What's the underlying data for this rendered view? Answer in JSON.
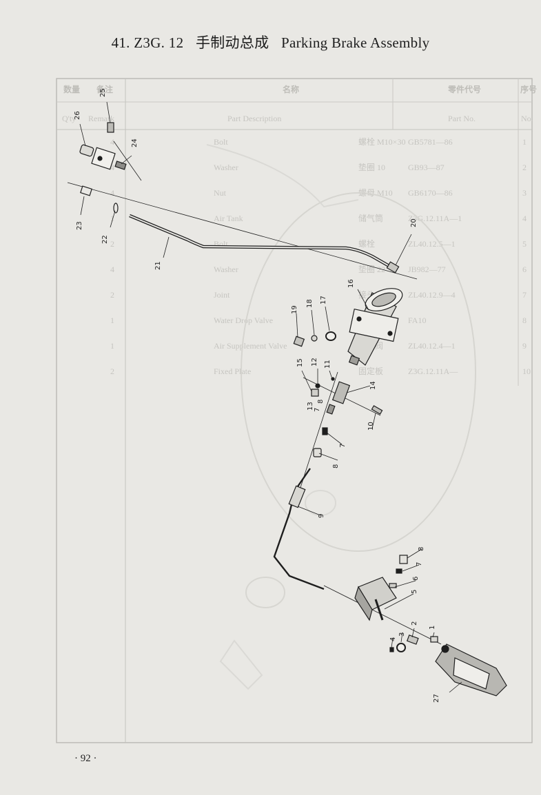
{
  "header": {
    "number": "41. Z3G. 12",
    "title_cn": "手制动总成",
    "title_en": "Parking Brake Assembly"
  },
  "page_number": "· 92 ·",
  "bleed_table": {
    "headers": {
      "col_no": "序号",
      "col_part_no": "零件代号",
      "col_name": "名称",
      "col_qty": "数量",
      "col_remark": "备注",
      "col_no_en": "No.",
      "col_part_no_en": "Part No.",
      "col_desc_en": "Part Description",
      "col_qty_en": "Q'ty",
      "col_remark_en": "Remark"
    },
    "rows": [
      {
        "no": "1",
        "part_no": "GB5781—86",
        "cn": "螺栓 M10×30",
        "en": "Bolt",
        "qty": "4"
      },
      {
        "no": "2",
        "part_no": "GB93—87",
        "cn": "垫圈 10",
        "en": "Washer",
        "qty": "4"
      },
      {
        "no": "3",
        "part_no": "GB6170—86",
        "cn": "螺母 M10",
        "en": "Nut",
        "qty": "4"
      },
      {
        "no": "4",
        "part_no": "Z3G.12.11A—1",
        "cn": "储气筒",
        "en": "Air Tank",
        "qty": "1"
      },
      {
        "no": "5",
        "part_no": "ZL40.12.5—1",
        "cn": "螺栓",
        "en": "Bolt",
        "qty": "2"
      },
      {
        "no": "6",
        "part_no": "JB982—77",
        "cn": "垫圈 22",
        "en": "Washer",
        "qty": "4"
      },
      {
        "no": "7",
        "part_no": "ZL40.12.9—4",
        "cn": "接头",
        "en": "Joint",
        "qty": "2"
      },
      {
        "no": "8",
        "part_no": "FA10",
        "cn": "放水阀",
        "en": "Water Drop Valve",
        "qty": "1"
      },
      {
        "no": "9",
        "part_no": "ZL40.12.4—1",
        "cn": "补气阀",
        "en": "Air Supplement Valve",
        "qty": "1"
      },
      {
        "no": "10",
        "part_no": "Z3G.12.11A—",
        "cn": "固定板",
        "en": "Fixed Plate",
        "qty": "2"
      }
    ]
  },
  "callouts": [
    {
      "id": "c1",
      "label": "1"
    },
    {
      "id": "c2",
      "label": "2"
    },
    {
      "id": "c3",
      "label": "3"
    },
    {
      "id": "c4",
      "label": "4"
    },
    {
      "id": "c5",
      "label": "5"
    },
    {
      "id": "c6",
      "label": "6"
    },
    {
      "id": "c7a",
      "label": "7"
    },
    {
      "id": "c8a",
      "label": "8"
    },
    {
      "id": "c7b",
      "label": "7"
    },
    {
      "id": "c8b",
      "label": "8"
    },
    {
      "id": "c8c",
      "label": "8"
    },
    {
      "id": "c7c",
      "label": "7"
    },
    {
      "id": "c13",
      "label": "13"
    },
    {
      "id": "c9",
      "label": "9"
    },
    {
      "id": "c10",
      "label": "10"
    },
    {
      "id": "c11",
      "label": "11"
    },
    {
      "id": "c12",
      "label": "12"
    },
    {
      "id": "c14",
      "label": "14"
    },
    {
      "id": "c15",
      "label": "15"
    },
    {
      "id": "c16",
      "label": "16"
    },
    {
      "id": "c17",
      "label": "17"
    },
    {
      "id": "c18",
      "label": "18"
    },
    {
      "id": "c19",
      "label": "19"
    },
    {
      "id": "c20",
      "label": "20"
    },
    {
      "id": "c21",
      "label": "21"
    },
    {
      "id": "c22",
      "label": "22"
    },
    {
      "id": "c23",
      "label": "23"
    },
    {
      "id": "c24",
      "label": "24"
    },
    {
      "id": "c25",
      "label": "25"
    },
    {
      "id": "c26",
      "label": "26"
    },
    {
      "id": "c27",
      "label": "27"
    }
  ]
}
